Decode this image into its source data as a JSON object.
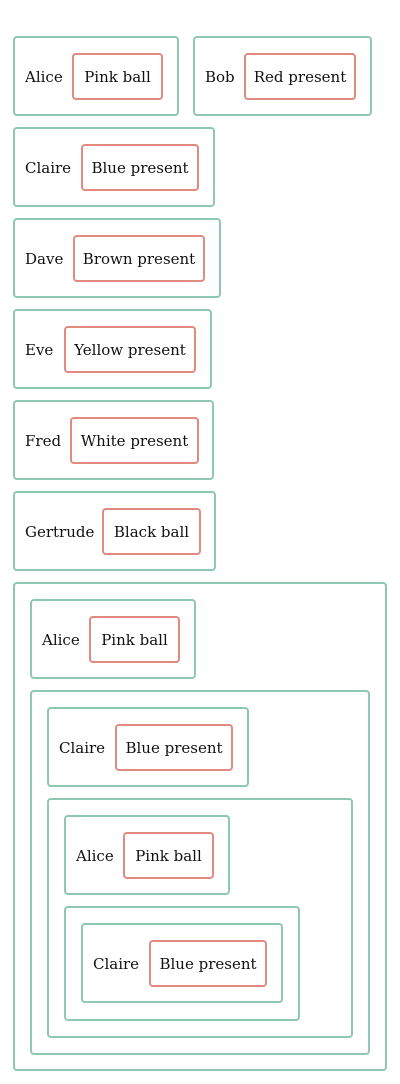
{
  "boxes": {
    "alice_top": {
      "name": "Alice",
      "item": "Pink ball"
    },
    "bob": {
      "name": "Bob",
      "item": "Red present"
    },
    "claire": {
      "name": "Claire",
      "item": "Blue present"
    },
    "dave": {
      "name": "Dave",
      "item": "Brown present"
    },
    "eve": {
      "name": "Eve",
      "item": "Yellow present"
    },
    "fred": {
      "name": "Fred",
      "item": "White present"
    },
    "gertrude": {
      "name": "Gertrude",
      "item": "Black ball"
    }
  },
  "nested": {
    "level1_alice": {
      "name": "Alice",
      "item": "Pink ball"
    },
    "level2_claire": {
      "name": "Claire",
      "item": "Blue present"
    },
    "level3_alice": {
      "name": "Alice",
      "item": "Pink ball"
    },
    "level4_claire": {
      "name": "Claire",
      "item": "Blue present"
    }
  },
  "colors": {
    "person_border": "#8ec8b1",
    "item_border": "#e08a80"
  }
}
